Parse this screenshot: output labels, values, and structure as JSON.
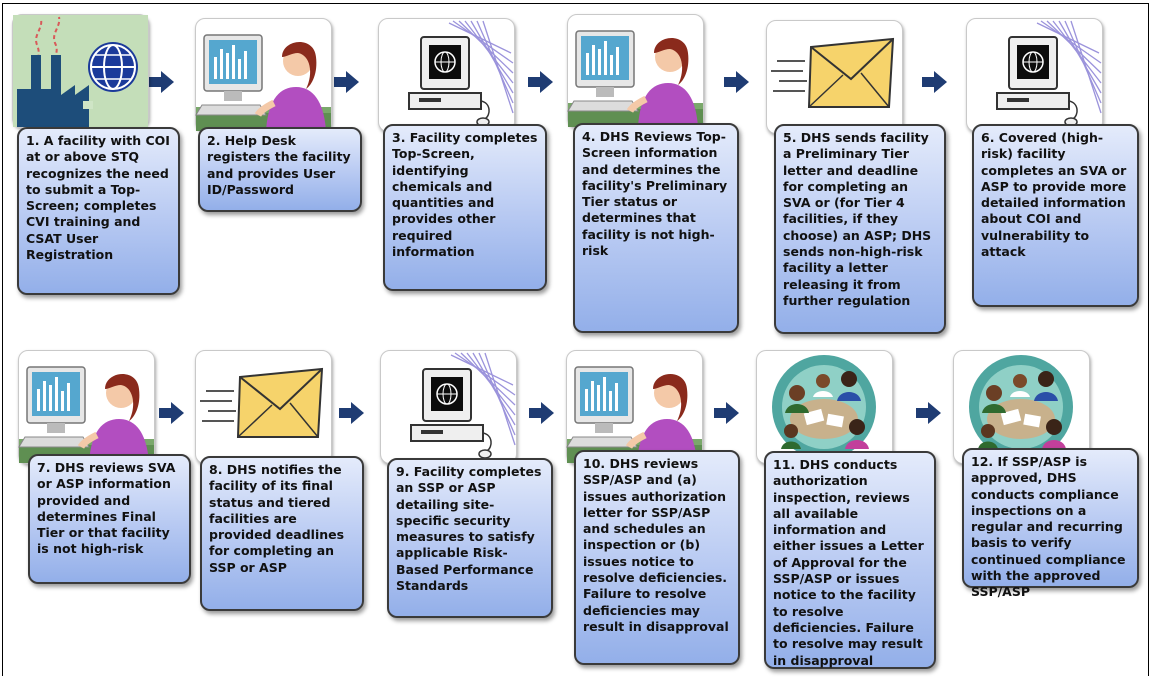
{
  "steps": [
    {
      "id": 1,
      "text": "1. A facility with COI at or above STQ recognizes the need to submit a Top-Screen; completes CVI training and CSAT User Registration"
    },
    {
      "id": 2,
      "text": "2. Help Desk registers the facility and provides User ID/Password"
    },
    {
      "id": 3,
      "text": "3. Facility completes Top-Screen, identifying chemicals and quantities and provides other required information"
    },
    {
      "id": 4,
      "text": "4. DHS Reviews Top-Screen information and determines the facility's Preliminary Tier status or determines that facility is not high-risk"
    },
    {
      "id": 5,
      "text": "5. DHS sends facility a Preliminary Tier letter and deadline for completing an SVA or (for Tier 4 facilities, if they choose) an ASP; DHS sends non-high-risk facility a letter releasing it from further regulation"
    },
    {
      "id": 6,
      "text": "6. Covered (high-risk) facility completes an SVA or ASP to provide more detailed information about COI and vulnerability to attack"
    },
    {
      "id": 7,
      "text": "7. DHS reviews SVA or ASP information provided and determines Final Tier or that facility is not high-risk"
    },
    {
      "id": 8,
      "text": "8. DHS notifies the facility of its final status and tiered facilities are provided deadlines for completing an SSP or ASP"
    },
    {
      "id": 9,
      "text": "9. Facility completes an SSP or ASP detailing site-specific security measures to satisfy applicable Risk-Based Performance Standards"
    },
    {
      "id": 10,
      "text": "10. DHS reviews SSP/ASP and (a) issues authorization letter for SSP/ASP and schedules an inspection or (b) issues notice to resolve deficiencies. Failure to resolve deficiencies may result in disapproval"
    },
    {
      "id": 11,
      "text": "11. DHS conducts authorization inspection, reviews all available information and either issues a Letter of Approval for the SSP/ASP or issues notice to the facility to resolve deficiencies. Failure to resolve may result in disapproval"
    },
    {
      "id": 12,
      "text": "12. If SSP/ASP is approved, DHS conducts compliance inspections on a regular and recurring basis to verify continued compliance with the approved SSP/ASP"
    }
  ],
  "icons": [
    "factory-globe-icon",
    "person-computer-icon",
    "computer-icon",
    "person-computer-icon",
    "envelope-icon",
    "computer-icon",
    "person-computer-icon",
    "envelope-icon",
    "computer-icon",
    "person-computer-icon",
    "meeting-icon",
    "meeting-icon"
  ],
  "colors": {
    "box_top": "#e4ebfb",
    "box_bottom": "#93afe9",
    "arrow": "#1f3c73"
  }
}
